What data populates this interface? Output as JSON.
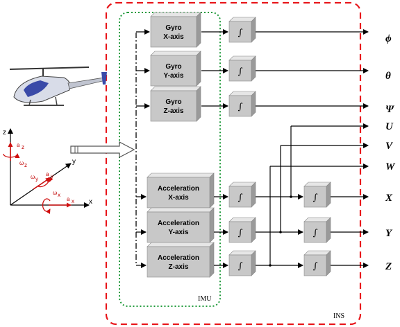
{
  "diagram": {
    "ins_label": "INS",
    "imu_label": "IMU",
    "gyros": [
      {
        "line1": "Gyro",
        "line2": "X-axis"
      },
      {
        "line1": "Gyro",
        "line2": "Y-axis"
      },
      {
        "line1": "Gyro",
        "line2": "Z-axis"
      }
    ],
    "accelerometers": [
      {
        "line1": "Acceleration",
        "line2": "X-axis"
      },
      {
        "line1": "Acceleration",
        "line2": "Y-axis"
      },
      {
        "line1": "Acceleration",
        "line2": "Z-axis"
      }
    ],
    "integrator_symbol": "∫",
    "attitude_outputs": [
      "ϕ",
      "θ",
      "Ψ"
    ],
    "velocity_outputs": [
      "U",
      "V",
      "W"
    ],
    "position_outputs": [
      "X",
      "Y",
      "Z"
    ],
    "frame": {
      "x_label": "x",
      "y_label": "y",
      "z_label": "z",
      "accel_x": "a",
      "accel_y": "a",
      "accel_z": "a",
      "rate_x": "ω",
      "rate_y": "ω",
      "rate_z": "ω",
      "sub_x": "x",
      "sub_y": "y",
      "sub_z": "z"
    },
    "colors": {
      "ins_border": "#e8161b",
      "imu_border": "#1f9a3a",
      "block_face": "#c8c8c8",
      "block_top": "#e6e6e6",
      "block_side": "#9a9a9a",
      "frame_accent": "#d01010"
    }
  }
}
